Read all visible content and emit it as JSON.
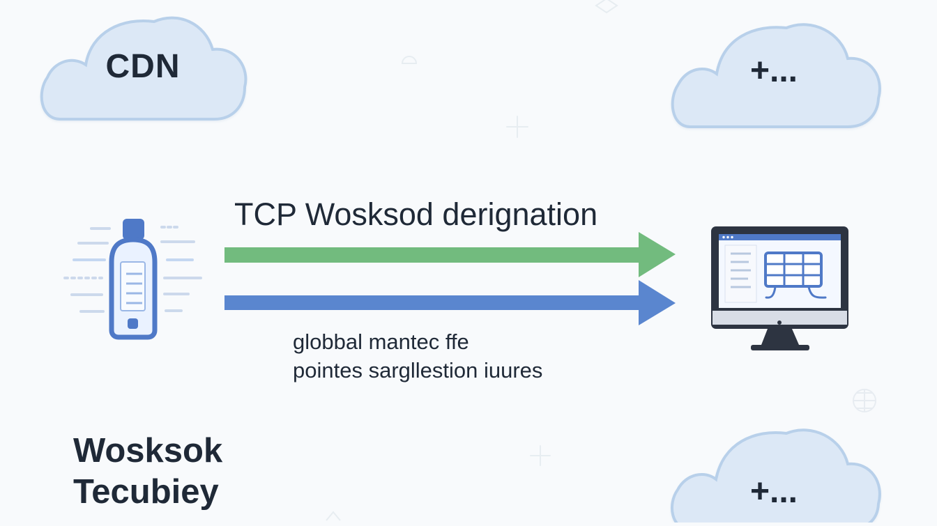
{
  "diagram": {
    "clouds": [
      {
        "id": "cdn",
        "label": "CDN"
      },
      {
        "id": "top-right",
        "label": "+..."
      },
      {
        "id": "bottom-right",
        "label": "+..."
      }
    ],
    "connection_title": "TCP Wosksod derignation",
    "description": {
      "line1": "globbal mantec ffe",
      "line2": "pointes sargllestion iuures"
    },
    "bottom_heading": {
      "line1": "Wosksok",
      "line2": "Tecubiey"
    },
    "colors": {
      "cloud_fill": "#dce8f6",
      "cloud_stroke": "#b8d0ea",
      "green_arrow": "#72bb7e",
      "blue_arrow": "#5a86cf",
      "device_blue": "#4f79c7",
      "monitor_dark": "#2d3441"
    }
  }
}
